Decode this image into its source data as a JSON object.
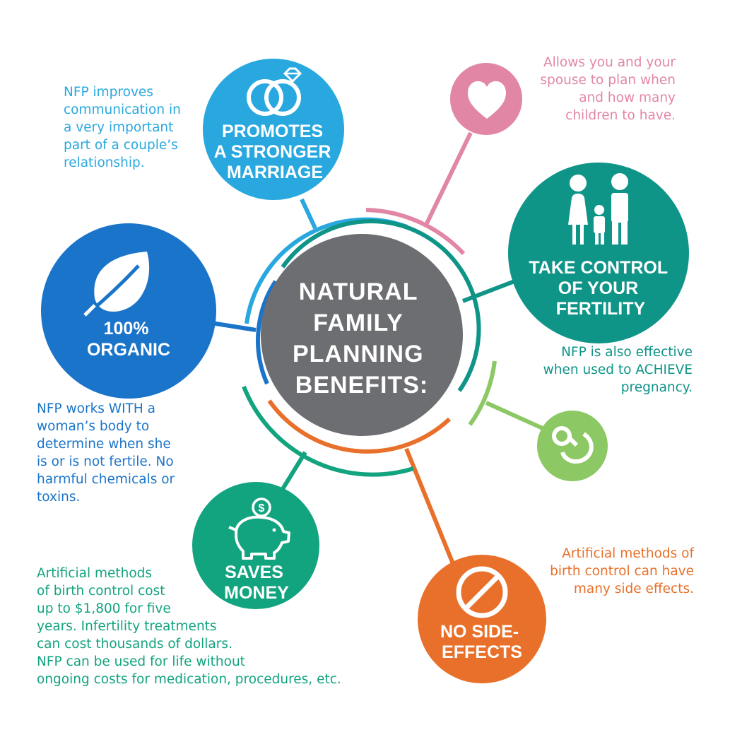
{
  "colors": {
    "center": "#6d6e71",
    "marriage": "#29a8df",
    "children": "#e286a6",
    "fertility": "#0f9488",
    "organic": "#1a74c9",
    "achieve": "#8cc864",
    "money": "#12a37f",
    "side_effects": "#e8702a",
    "white": "#ffffff"
  },
  "center": {
    "lines": [
      "NATURAL",
      "FAMILY",
      "PLANNING",
      "BENEFITS:"
    ]
  },
  "nodes": {
    "marriage": {
      "icon": "wedding-rings-icon",
      "lines": [
        "PROMOTES",
        "A STRONGER",
        "MARRIAGE"
      ]
    },
    "children": {
      "icon": "heart-icon"
    },
    "fertility": {
      "icon": "family-icon",
      "lines": [
        "TAKE CONTROL",
        "OF YOUR",
        "FERTILITY"
      ]
    },
    "organic": {
      "icon": "leaf-icon",
      "lines": [
        "100%",
        "ORGANIC"
      ]
    },
    "achieve": {
      "icon": "pacifier-icon"
    },
    "money": {
      "icon": "piggy-bank-icon",
      "lines": [
        "SAVES",
        "MONEY"
      ]
    },
    "side_effects": {
      "icon": "prohibited-icon",
      "lines": [
        "NO SIDE-",
        "EFFECTS"
      ]
    }
  },
  "notes": {
    "marriage": "NFP improves\ncommunication in\na very important\npart of a couple’s\nrelationship.",
    "children": "Allows you and your\nspouse to plan when\nand how many\nchildren to have.",
    "achieve": "NFP is also effective\nwhen used to ACHIEVE\npregnancy.",
    "organic": "NFP works WITH a\nwoman’s body to\ndetermine when she\nis or is not fertile. No\nharmful chemicals or\ntoxins.",
    "side_effects": "Artificial methods of\nbirth control can have\nmany side effects.",
    "money": "Artificial methods\nof birth control cost\nup to $1,800 for five\nyears. Infertility treatments\ncan cost thousands of dollars.\nNFP can be used for life without\nongoing costs for medication, procedures, etc."
  }
}
